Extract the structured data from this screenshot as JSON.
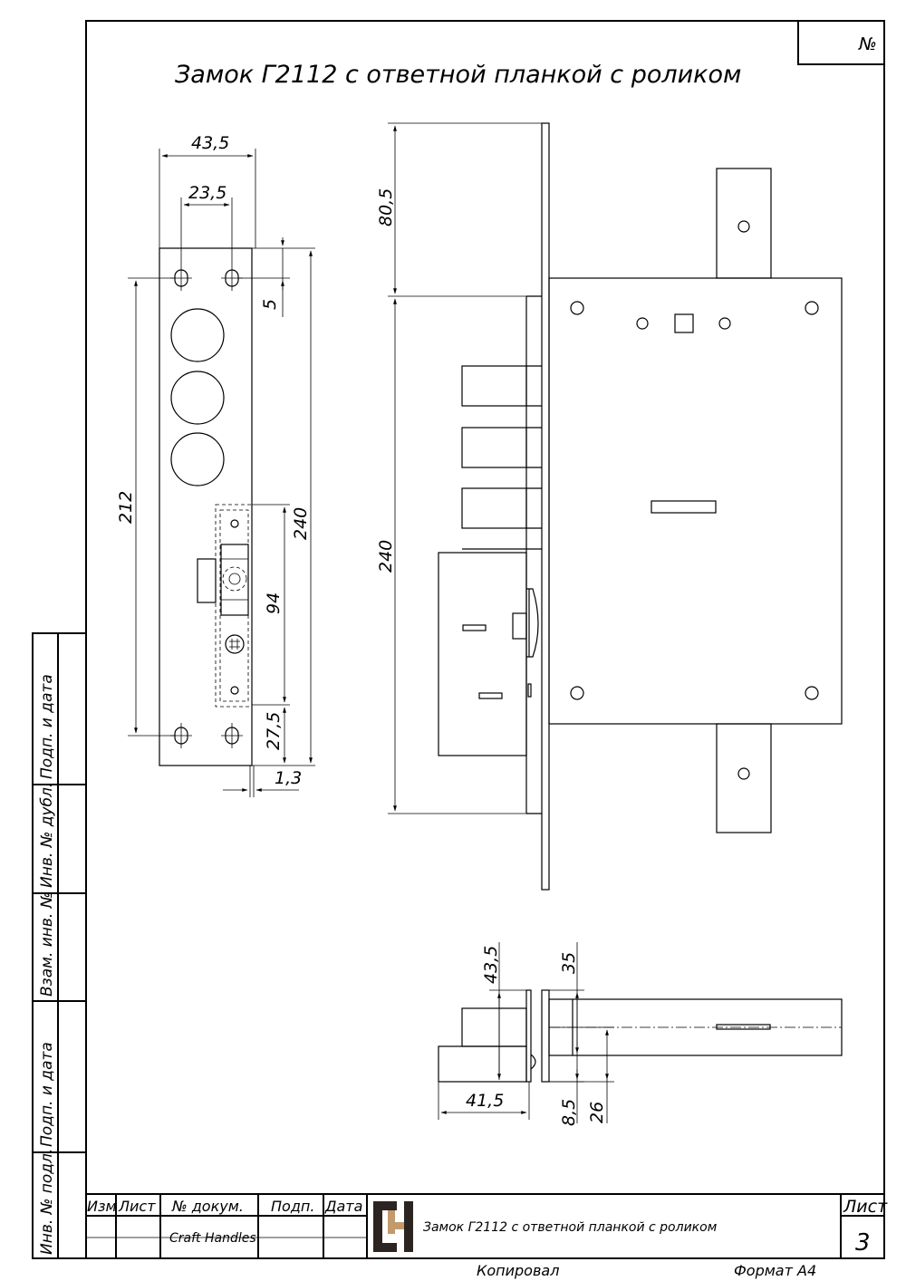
{
  "sheet": {
    "title": "Замок Г2112 с ответной планкой с роликом",
    "number_mark": "№",
    "copied": "Копировал",
    "format": "Формат А4"
  },
  "side_stamp": [
    "Подп. и дата",
    "Инв. № дубл.",
    "Взам. инв. №",
    "Подп. и дата",
    "Инв. № подл."
  ],
  "title_block": {
    "headers": [
      "Изм",
      "Лист",
      "№ докум.",
      "Подп.",
      "Дата"
    ],
    "author": "Craft Handles",
    "name": "Замок Г2112 с ответной планкой с роликом",
    "sheet_label": "Лист",
    "sheet_no": "3",
    "logo_colors": [
      "#2b2420",
      "#c39a6b"
    ]
  },
  "dimensions": {
    "strike_width": "43,5",
    "hole_spacing": "23,5",
    "hole_offset": "5",
    "hole_distance": "212",
    "strike_length": "240",
    "roller_zone": "94",
    "roller_offset": "27,5",
    "plate_thickness": "1,3",
    "top_offset": "80,5",
    "body_height": "240",
    "bottom_depth_left": "43,5",
    "bottom_depth_right": "35",
    "bottom_width": "41,5",
    "bottom_small": "8,5",
    "bottom_backset": "26"
  }
}
